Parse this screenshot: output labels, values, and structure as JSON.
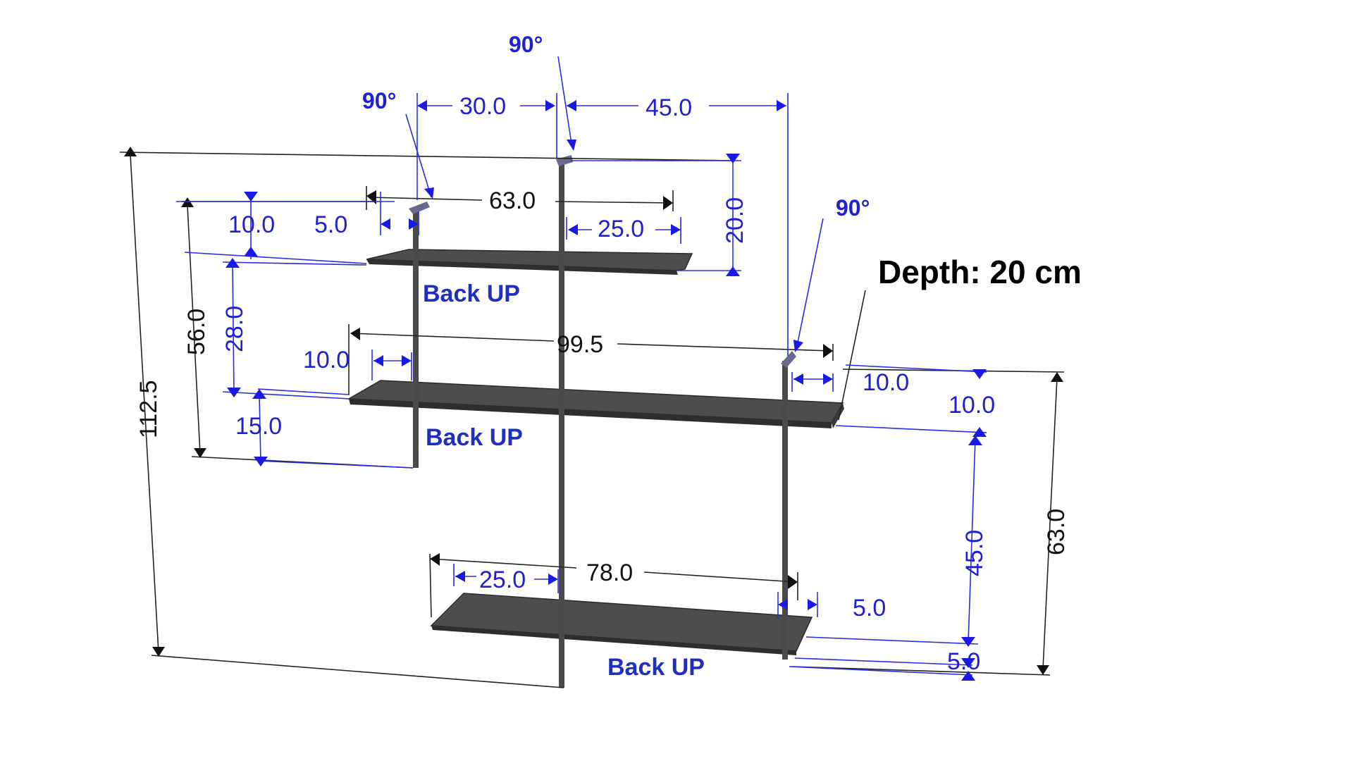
{
  "annotations": {
    "depth": "Depth: 20 cm",
    "angle_label": "90°",
    "backup_label": "Back UP"
  },
  "dimensions": {
    "top_30": "30.0",
    "top_45": "45.0",
    "shelf1_width": "63.0",
    "shelf1_left_10": "10.0",
    "shelf1_left_5": "5.0",
    "shelf1_right_25": "25.0",
    "shelf1_height_20": "20.0",
    "left_56": "56.0",
    "left_28": "28.0",
    "overall_height": "112.5",
    "shelf2_width": "99.5",
    "shelf2_left_10": "10.0",
    "shelf2_left_15": "15.0",
    "shelf2_right_10a": "10.0",
    "shelf2_right_10b": "10.0",
    "right_45": "45.0",
    "right_63": "63.0",
    "shelf3_width": "78.0",
    "shelf3_left_25": "25.0",
    "shelf3_right_5": "5.0",
    "shelf3_bottom_5": "5.0"
  },
  "colors": {
    "dimension_blue": "#1f1fd6",
    "shelf_gray": "#4a4a4a",
    "text_black": "#111111"
  }
}
